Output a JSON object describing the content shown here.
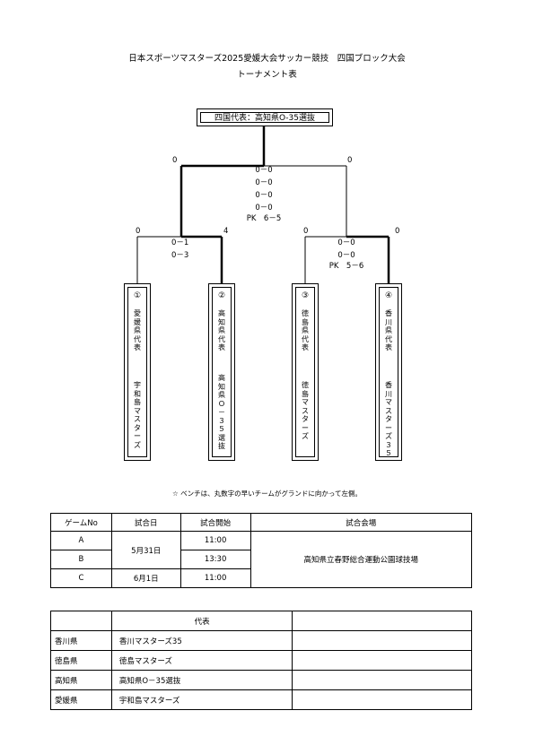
{
  "header": {
    "title": "日本スポーツマスターズ2025愛媛大会サッカー競技　四国ブロック大会",
    "subtitle": "トーナメント表"
  },
  "bracket": {
    "winner": "四国代表：高知県O-35選抜",
    "final": {
      "left_score": "0",
      "right_score": "0",
      "detail": [
        "0－0",
        "0－0",
        "0－0",
        "0－0"
      ],
      "pk": "PK　6－5"
    },
    "semi_left": {
      "left_score": "0",
      "right_score": "4",
      "detail": [
        "0－1",
        "0－3"
      ]
    },
    "semi_right": {
      "left_score": "0",
      "right_score": "0",
      "detail": [
        "0－0",
        "0－0"
      ],
      "pk": "PK　5－6"
    },
    "teams": [
      {
        "seed": "①",
        "pref": "愛媛県代表",
        "name": "宇和島マスターズ"
      },
      {
        "seed": "②",
        "pref": "高知県代表",
        "name": "高知県Ｏ－３５選抜"
      },
      {
        "seed": "③",
        "pref": "徳島県代表",
        "name": "徳島マスターズ"
      },
      {
        "seed": "④",
        "pref": "香川県代表",
        "name": "香川マスターズ３５"
      }
    ]
  },
  "note": "☆ ベンチは、丸数字の早いチームがグランドに向かって左側。",
  "schedule": {
    "headers": [
      "ゲームNo",
      "試合日",
      "試合開始",
      "試合会場"
    ],
    "rows": [
      {
        "game": "A",
        "time": "11:00"
      },
      {
        "game": "B",
        "time": "13:30"
      },
      {
        "game": "C",
        "time": "11:00"
      }
    ],
    "date_ab": "5月31日",
    "date_c": "6月1日",
    "venue": "高知県立春野総合運動公園球技場"
  },
  "reps": {
    "header": "代表",
    "rows": [
      {
        "pref": "香川県",
        "team": "香川マスターズ35"
      },
      {
        "pref": "徳島県",
        "team": "徳島マスターズ"
      },
      {
        "pref": "高知県",
        "team": "高知県O－35選抜"
      },
      {
        "pref": "愛媛県",
        "team": "宇和島マスターズ"
      }
    ]
  }
}
